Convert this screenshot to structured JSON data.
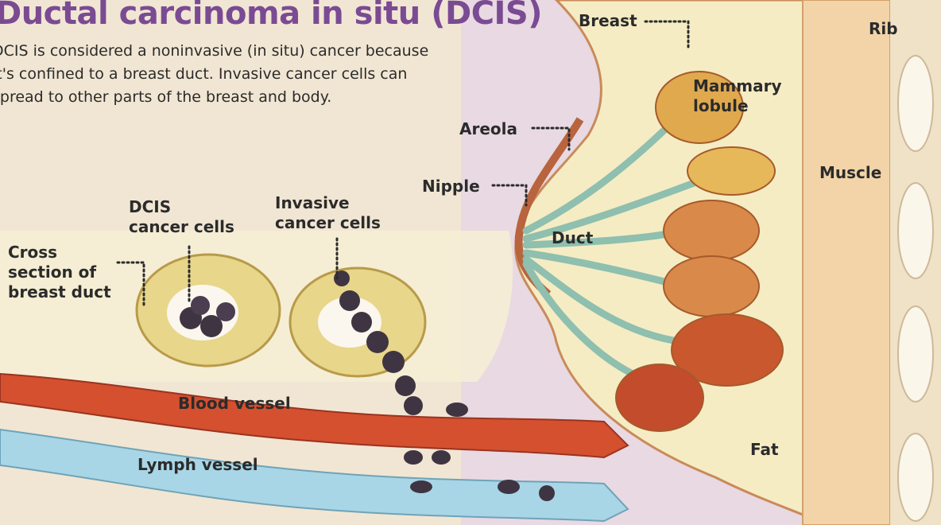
{
  "title": "Ductal carcinoma in situ (DCIS)",
  "intro_lines": [
    "DCIS is considered a noninvasive (in situ) cancer because",
    "it's confined to a breast duct. Invasive cancer cells can",
    "spread to other parts of the breast and body."
  ],
  "labels": {
    "breast": "Breast",
    "rib": "Rib",
    "mammary_lobule": [
      "Mammary",
      "lobule"
    ],
    "areola": "Areola",
    "muscle": "Muscle",
    "nipple": "Nipple",
    "duct": "Duct",
    "dcis_cells": [
      "DCIS",
      "cancer cells"
    ],
    "invasive_cells": [
      "Invasive",
      "cancer cells"
    ],
    "cross_section": [
      "Cross",
      "section of",
      "breast duct"
    ],
    "blood_vessel": "Blood vessel",
    "lymph_vessel": "Lymph vessel",
    "fat": "Fat"
  },
  "colors": {
    "title": "#7a4b93",
    "background": "#f1e6d3",
    "fat": "#f5ecc4",
    "muscle": "#f2d4a8",
    "lobule": "#d98a4a",
    "cancer_cell": "#3f3542",
    "blood_vessel": "#d4502f",
    "lymph_vessel": "#a8d6e6",
    "duct": "#8fbfae"
  }
}
